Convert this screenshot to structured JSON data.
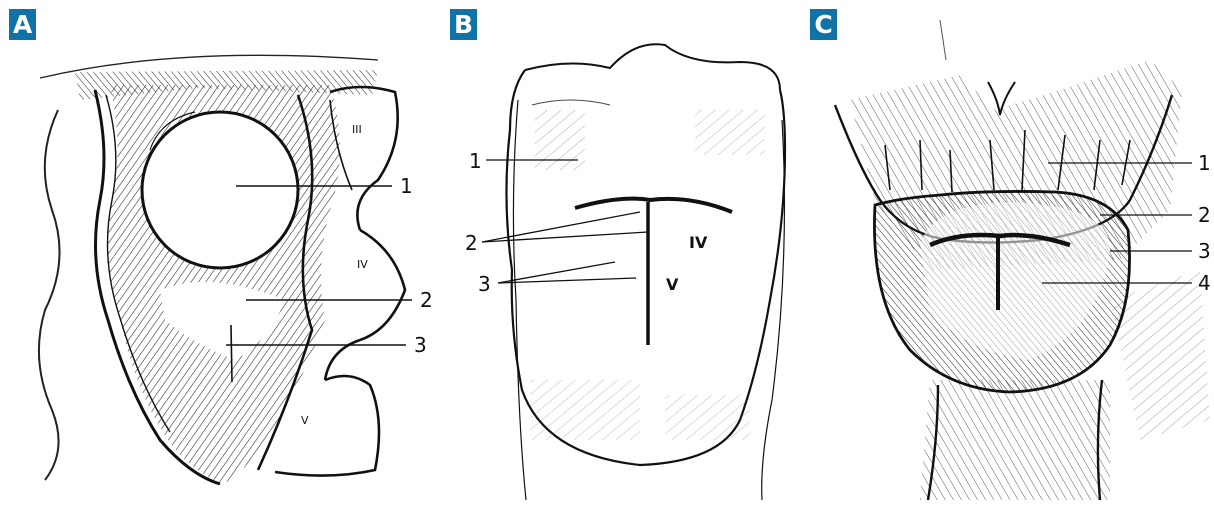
{
  "panels": [
    {
      "letter": "A",
      "labels": [
        "1",
        "2",
        "3"
      ],
      "regions": [
        "III",
        "IV",
        "V"
      ]
    },
    {
      "letter": "B",
      "labels": [
        "1",
        "2",
        "3"
      ],
      "regions": [
        "IV",
        "V"
      ]
    },
    {
      "letter": "C",
      "labels": [
        "1",
        "2",
        "3",
        "4"
      ]
    }
  ],
  "colors": {
    "badge": "#0f73a8",
    "ink": "#111111"
  }
}
